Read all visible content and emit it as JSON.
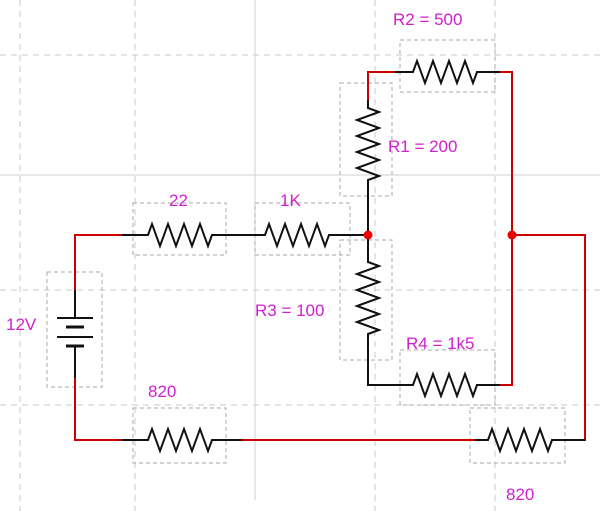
{
  "labels": {
    "r22": "22",
    "r1k": "1K",
    "r2": "R2 = 500",
    "r1": "R1 = 200",
    "r3": "R3 = 100",
    "r4": "R4 = 1k5",
    "r820_left": "820",
    "r820_right": "820",
    "battery": "12V"
  },
  "colors": {
    "label": "#d020d0",
    "wire_red": "#cc0000",
    "wire_black": "#111111",
    "node": "#ee0000",
    "grid": "#c8c8c8",
    "bbox": "#aaaaaa"
  }
}
